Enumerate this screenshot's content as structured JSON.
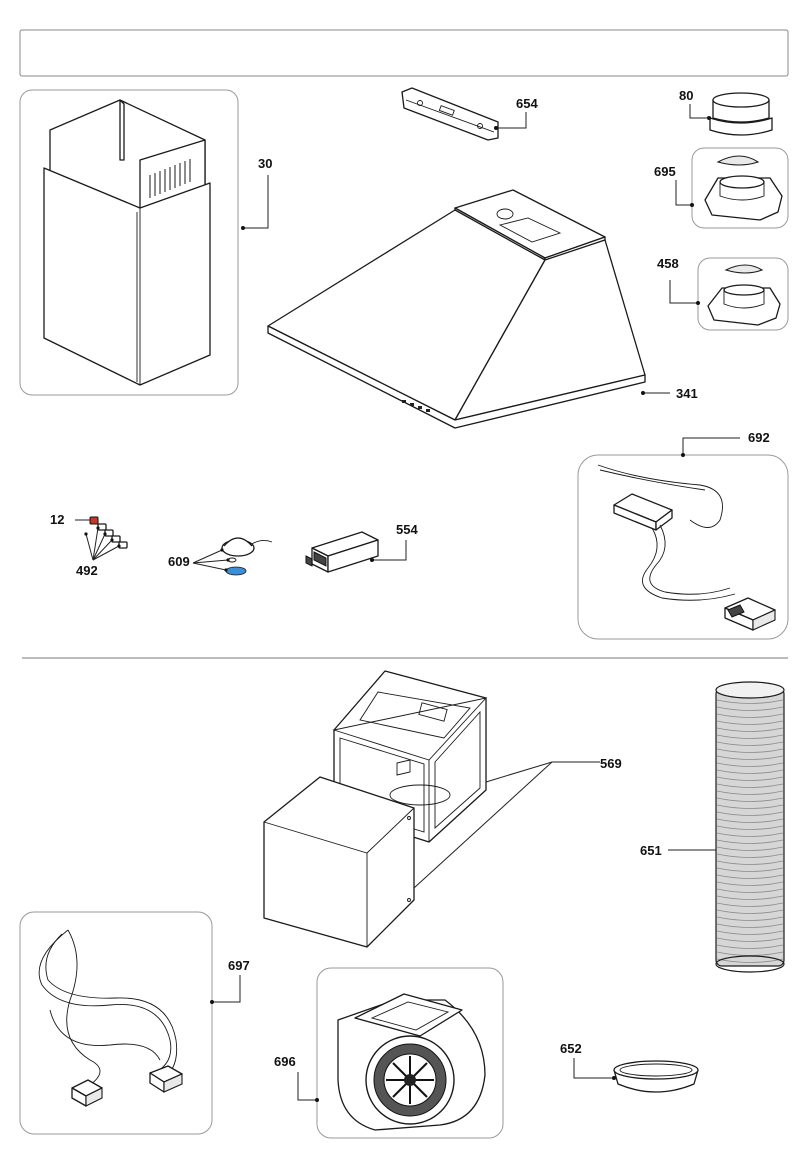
{
  "header_box_text": "",
  "callouts": {
    "p30": "30",
    "p654": "654",
    "p80": "80",
    "p695": "695",
    "p458": "458",
    "p341": "341",
    "p692": "692",
    "p12": "12",
    "p492": "492",
    "p609": "609",
    "p554": "554",
    "p569": "569",
    "p651": "651",
    "p697": "697",
    "p696": "696",
    "p652": "652"
  },
  "colors": {
    "line": "#1a1a1a",
    "frame": "#9a9a9a",
    "bulb_red": "#c0392b",
    "gasket_blue": "#3a8fd8",
    "duct_grey": "#d6d6d6"
  }
}
